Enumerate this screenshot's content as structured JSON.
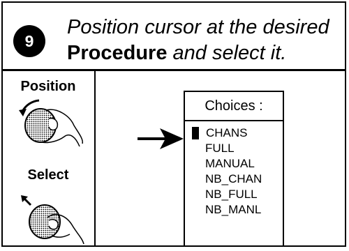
{
  "header": {
    "step_number": "9",
    "line1": "Position cursor at the desired",
    "line2_bold": "Procedure",
    "line2_rest": " and select it."
  },
  "left": {
    "position_label": "Position",
    "select_label": "Select"
  },
  "choices": {
    "title": "Choices :",
    "items": [
      "CHANS",
      "FULL",
      "MANUAL",
      "NB_CHAN",
      "NB_FULL",
      "NB_MANL"
    ],
    "selected_index": 0
  }
}
